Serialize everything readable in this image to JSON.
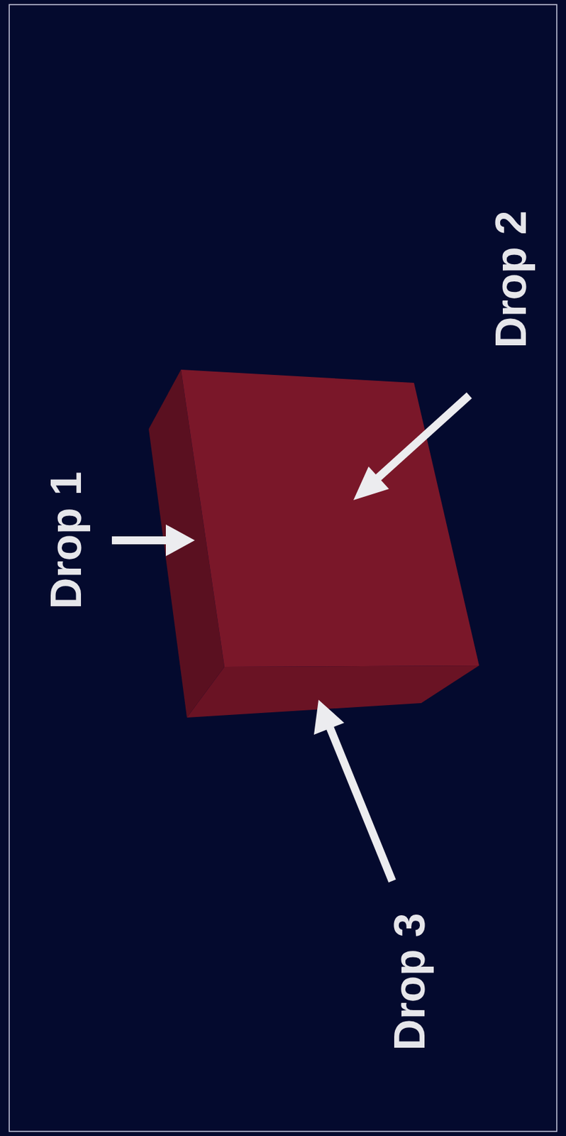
{
  "diagram": {
    "labels": [
      "Drop 1",
      "Drop 2",
      "Drop 3"
    ]
  }
}
